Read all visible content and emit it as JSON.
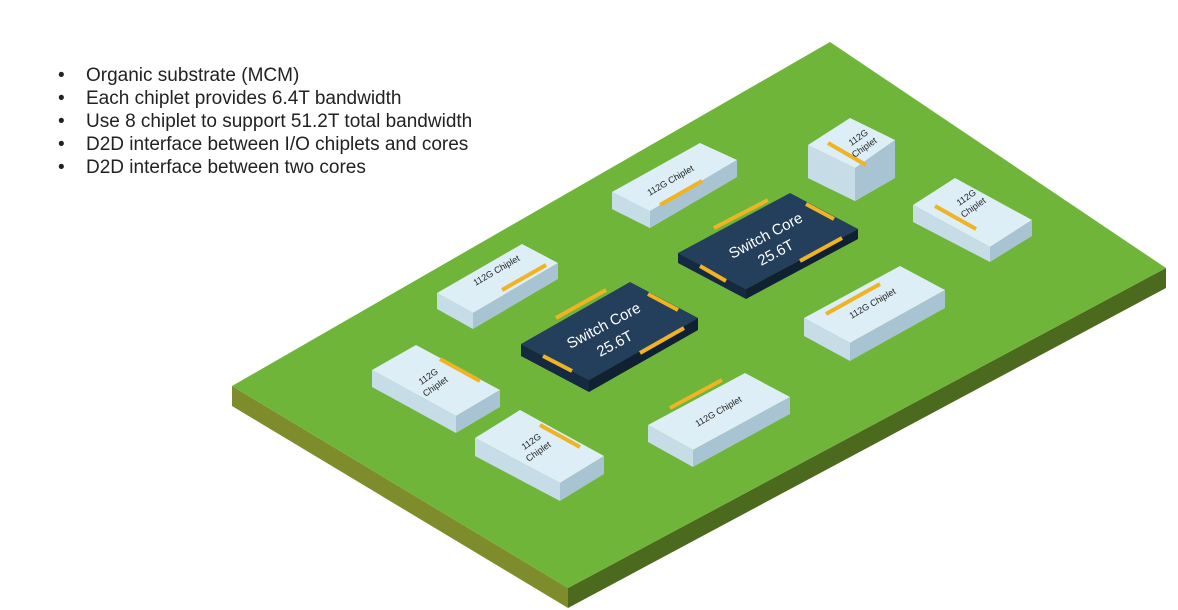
{
  "bullets": [
    "Organic substrate (MCM)",
    "Each chiplet provides 6.4T bandwidth",
    "Use 8 chiplet to support 51.2T total bandwidth",
    "D2D interface between I/O chiplets and cores",
    "D2D interface between two cores"
  ],
  "colors": {
    "substrate_top": "#6fb53a",
    "substrate_side_left": "#7f8c2c",
    "substrate_side_right": "#4c6a1d",
    "chiplet_top": "#ddeef6",
    "chiplet_side": "#b4cfdc",
    "core_top": "#1f3b5a",
    "d2d_interface": "#f0b323"
  },
  "diagram": {
    "cores": [
      {
        "line1": "Switch Core",
        "line2": "25.6T"
      },
      {
        "line1": "Switch Core",
        "line2": "25.6T"
      }
    ],
    "chiplets": [
      {
        "line1": "112G Chiplet",
        "line2": ""
      },
      {
        "line1": "112G",
        "line2": "Chiplet"
      },
      {
        "line1": "112G",
        "line2": "Chiplet"
      },
      {
        "line1": "112G Chiplet",
        "line2": ""
      },
      {
        "line1": "112G Chiplet",
        "line2": ""
      },
      {
        "line1": "112G",
        "line2": "Chiplet"
      },
      {
        "line1": "112G",
        "line2": "Chiplet"
      },
      {
        "line1": "112G Chiplet",
        "line2": ""
      }
    ]
  }
}
